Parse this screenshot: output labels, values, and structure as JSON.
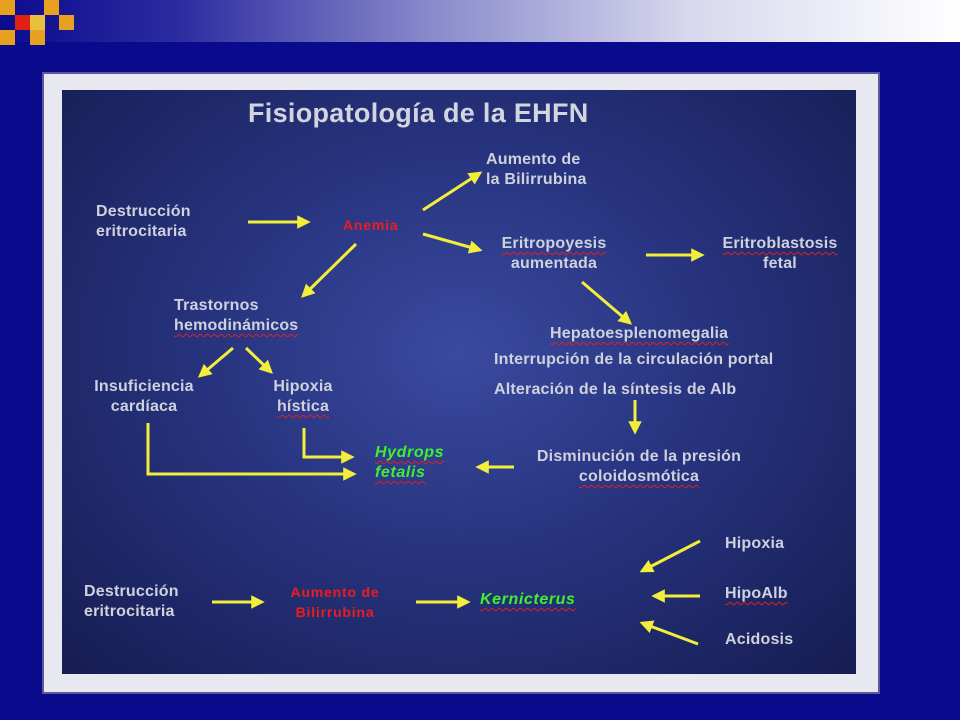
{
  "slide": {
    "title": "Fisiopatología de la EHFN",
    "nodes": {
      "destruccion_1": "Destrucción",
      "destruccion_2": "eritrocitaria",
      "anemia": "Anemia",
      "aumento_bili_1": "Aumento de",
      "aumento_bili_2": "la Bilirrubina",
      "eritropoyesis_1": "Eritropoyesis",
      "eritropoyesis_2": "aumentada",
      "eritroblastosis_1": "Eritroblastosis",
      "eritroblastosis_2": "fetal",
      "trastornos_1": "Trastornos",
      "trastornos_2": "hemodinámicos",
      "hepato": "Hepatoesplenomegalia",
      "interrupcion": "Interrupción de la circulación portal",
      "alteracion": "Alteración de la síntesis de Alb",
      "insuficiencia_1": "Insuficiencia",
      "insuficiencia_2": "cardíaca",
      "hipoxia_histica_1": "Hipoxia",
      "hipoxia_histica_2": "hística",
      "hydrops_1": "Hydrops",
      "hydrops_2": "fetalis",
      "disminucion_1": "Disminución de la presión",
      "disminucion_2": "coloidosmótica",
      "destruccion_b_1": "Destrucción",
      "destruccion_b_2": "eritrocitaria",
      "aumento_b_1": "Aumento de",
      "aumento_b_2": "Bilirrubina",
      "kernicterus": "Kernicterus",
      "hipoxia": "Hipoxia",
      "hipoalb": "HipoAlb",
      "acidosis": "Acidosis"
    }
  },
  "colors": {
    "background": "#0a0a8c",
    "arrow": "#f2ee3a",
    "text": "#cfd2dc",
    "red_text": "#ee1c1c",
    "green_text": "#3ff02f"
  }
}
